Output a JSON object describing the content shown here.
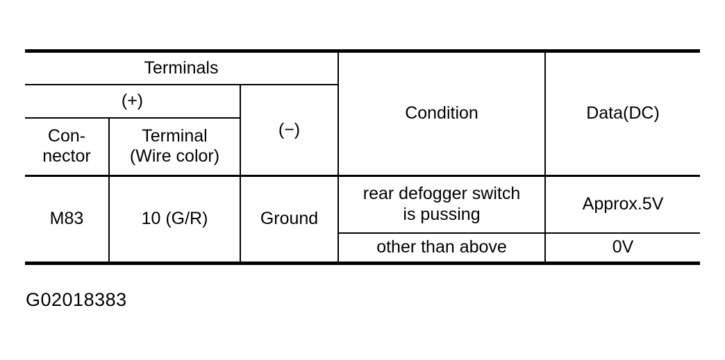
{
  "page": {
    "background": "#ffffff",
    "ink": "#000000"
  },
  "table": {
    "headers": {
      "terminals": "Terminals",
      "plus": "(+)",
      "minus": "(−)",
      "connector": "Con-\nnector",
      "terminal_wire": "Terminal\n(Wire color)",
      "condition": "Condition",
      "data_dc": "Data(DC)"
    },
    "rows": [
      {
        "connector": "M83",
        "terminal": "10 (G/R)",
        "minus": "Ground",
        "conditions": [
          {
            "condition": "rear defogger switch\nis pussing",
            "data": "Approx.5V"
          },
          {
            "condition": "other than above",
            "data": "0V"
          }
        ]
      }
    ]
  },
  "figure_id": "G02018383"
}
